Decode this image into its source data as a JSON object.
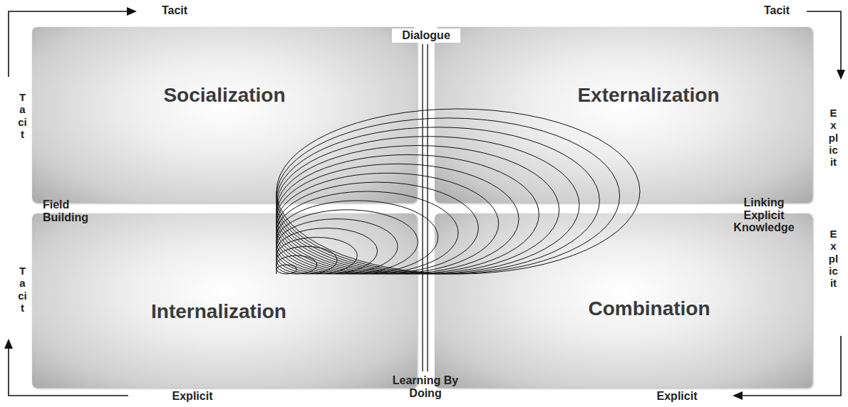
{
  "diagram": {
    "nodes": [
      {
        "text": [
          "Socialization"
        ]
      },
      {
        "text": [
          "Externalization"
        ]
      },
      {
        "text": [
          "Internalization"
        ]
      },
      {
        "text": [
          "Combination"
        ]
      }
    ],
    "labels": [
      "Tacit",
      "Tacit",
      "Dialogue",
      "Tacit",
      "Explicit",
      "Field Building",
      "Linking Explicit Knowledge",
      "Explicit",
      "Tacit",
      "Explicit",
      "Learning By Doing",
      "Explicit"
    ]
  }
}
